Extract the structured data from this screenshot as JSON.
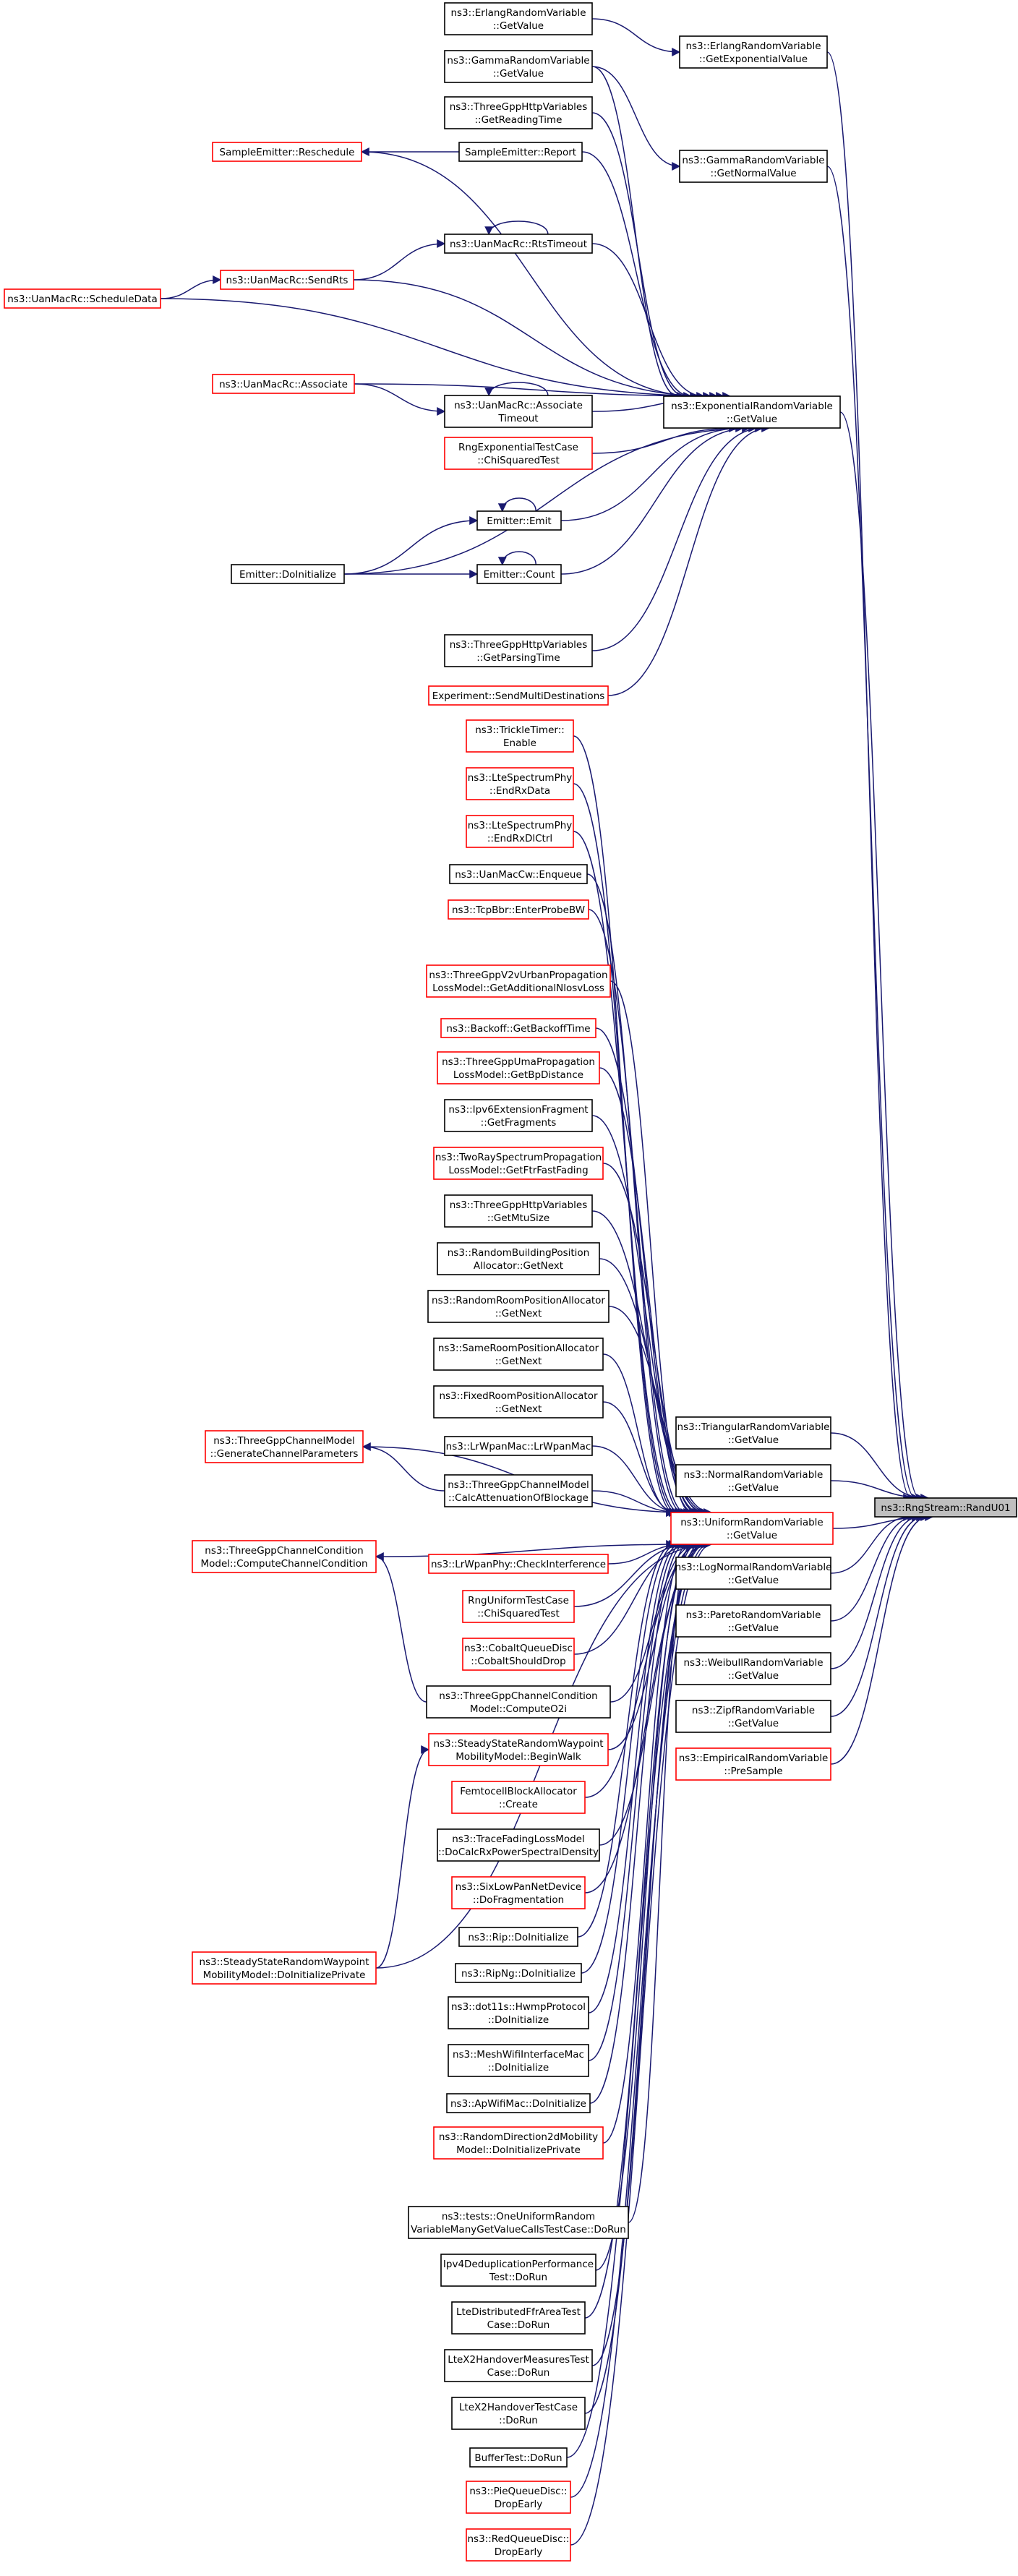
{
  "colors": {
    "edge": "#191970",
    "caller_border": "#ff0000",
    "node_border": "#000000",
    "root_fill": "#bfbfbf"
  },
  "nodes": [
    {
      "id": "erlang_getvalue",
      "lines": [
        "ns3::ErlangRandomVariable",
        "::GetValue"
      ],
      "kind": "black"
    },
    {
      "id": "erlang_getexp",
      "lines": [
        "ns3::ErlangRandomVariable",
        "::GetExponentialValue"
      ],
      "kind": "black"
    },
    {
      "id": "gamma_getvalue",
      "lines": [
        "ns3::GammaRandomVariable",
        "::GetValue"
      ],
      "kind": "black"
    },
    {
      "id": "gamma_getnormal",
      "lines": [
        "ns3::GammaRandomVariable",
        "::GetNormalValue"
      ],
      "kind": "black"
    },
    {
      "id": "http_reading",
      "lines": [
        "ns3::ThreeGppHttpVariables",
        "::GetReadingTime"
      ],
      "kind": "black"
    },
    {
      "id": "sample_reschedule",
      "lines": [
        "SampleEmitter::Reschedule"
      ],
      "kind": "red"
    },
    {
      "id": "sample_report",
      "lines": [
        "SampleEmitter::Report"
      ],
      "kind": "black"
    },
    {
      "id": "uan_rtstimeout",
      "lines": [
        "ns3::UanMacRc::RtsTimeout"
      ],
      "kind": "black"
    },
    {
      "id": "uan_sendrts",
      "lines": [
        "ns3::UanMacRc::SendRts"
      ],
      "kind": "red"
    },
    {
      "id": "uan_scheduledata",
      "lines": [
        "ns3::UanMacRc::ScheduleData"
      ],
      "kind": "red"
    },
    {
      "id": "uan_associate",
      "lines": [
        "ns3::UanMacRc::Associate"
      ],
      "kind": "red"
    },
    {
      "id": "uan_assoc_timeout",
      "lines": [
        "ns3::UanMacRc::Associate",
        "Timeout"
      ],
      "kind": "black"
    },
    {
      "id": "exp_getvalue",
      "lines": [
        "ns3::ExponentialRandomVariable",
        "::GetValue"
      ],
      "kind": "black"
    },
    {
      "id": "rng_exp_test",
      "lines": [
        "RngExponentialTestCase",
        "::ChiSquaredTest"
      ],
      "kind": "red"
    },
    {
      "id": "emitter_emit",
      "lines": [
        "Emitter::Emit"
      ],
      "kind": "black"
    },
    {
      "id": "emitter_doinit",
      "lines": [
        "Emitter::DoInitialize"
      ],
      "kind": "black"
    },
    {
      "id": "emitter_count",
      "lines": [
        "Emitter::Count"
      ],
      "kind": "black"
    },
    {
      "id": "http_parsing",
      "lines": [
        "ns3::ThreeGppHttpVariables",
        "::GetParsingTime"
      ],
      "kind": "black"
    },
    {
      "id": "exp_sendmulti",
      "lines": [
        "Experiment::SendMultiDestinations"
      ],
      "kind": "red"
    },
    {
      "id": "trickle_enable",
      "lines": [
        "ns3::TrickleTimer::",
        "Enable"
      ],
      "kind": "red"
    },
    {
      "id": "lte_endrxdata",
      "lines": [
        "ns3::LteSpectrumPhy",
        "::EndRxData"
      ],
      "kind": "red"
    },
    {
      "id": "lte_endrxdlctrl",
      "lines": [
        "ns3::LteSpectrumPhy",
        "::EndRxDlCtrl"
      ],
      "kind": "red"
    },
    {
      "id": "uancw_enqueue",
      "lines": [
        "ns3::UanMacCw::Enqueue"
      ],
      "kind": "black"
    },
    {
      "id": "tcpbbr_probe",
      "lines": [
        "ns3::TcpBbr::EnterProbeBW"
      ],
      "kind": "red"
    },
    {
      "id": "v2v_nlos",
      "lines": [
        "ns3::ThreeGppV2vUrbanPropagation",
        "LossModel::GetAdditionalNlosvLoss"
      ],
      "kind": "red"
    },
    {
      "id": "backoff",
      "lines": [
        "ns3::Backoff::GetBackoffTime"
      ],
      "kind": "red"
    },
    {
      "id": "uma_bp",
      "lines": [
        "ns3::ThreeGppUmaPropagation",
        "LossModel::GetBpDistance"
      ],
      "kind": "red"
    },
    {
      "id": "ipv6_frag",
      "lines": [
        "ns3::Ipv6ExtensionFragment",
        "::GetFragments"
      ],
      "kind": "black"
    },
    {
      "id": "tworay_ftr",
      "lines": [
        "ns3::TwoRaySpectrumPropagation",
        "LossModel::GetFtrFastFading"
      ],
      "kind": "red"
    },
    {
      "id": "http_mtu",
      "lines": [
        "ns3::ThreeGppHttpVariables",
        "::GetMtuSize"
      ],
      "kind": "black"
    },
    {
      "id": "rand_building",
      "lines": [
        "ns3::RandomBuildingPosition",
        "Allocator::GetNext"
      ],
      "kind": "black"
    },
    {
      "id": "rand_room",
      "lines": [
        "ns3::RandomRoomPositionAllocator",
        "::GetNext"
      ],
      "kind": "black"
    },
    {
      "id": "same_room",
      "lines": [
        "ns3::SameRoomPositionAllocator",
        "::GetNext"
      ],
      "kind": "black"
    },
    {
      "id": "fixed_room",
      "lines": [
        "ns3::FixedRoomPositionAllocator",
        "::GetNext"
      ],
      "kind": "black"
    },
    {
      "id": "lrwpan_mac",
      "lines": [
        "ns3::LrWpanMac::LrWpanMac"
      ],
      "kind": "black"
    },
    {
      "id": "chan_gen",
      "lines": [
        "ns3::ThreeGppChannelModel",
        "::GenerateChannelParameters"
      ],
      "kind": "red"
    },
    {
      "id": "chan_block",
      "lines": [
        "ns3::ThreeGppChannelModel",
        "::CalcAttenuationOfBlockage"
      ],
      "kind": "black"
    },
    {
      "id": "uniform_getvalue",
      "lines": [
        "ns3::UniformRandomVariable",
        "::GetValue"
      ],
      "kind": "red"
    },
    {
      "id": "lrwpan_cca",
      "lines": [
        "ns3::LrWpanPhy::CheckInterference"
      ],
      "kind": "red"
    },
    {
      "id": "cond_compute",
      "lines": [
        "ns3::ThreeGppChannelCondition",
        "Model::ComputeChannelCondition"
      ],
      "kind": "red"
    },
    {
      "id": "rng_uni_test",
      "lines": [
        "RngUniformTestCase",
        "::ChiSquaredTest"
      ],
      "kind": "red"
    },
    {
      "id": "cobalt_drop",
      "lines": [
        "ns3::CobaltQueueDisc",
        "::CobaltShouldDrop"
      ],
      "kind": "red"
    },
    {
      "id": "cond_o2i",
      "lines": [
        "ns3::ThreeGppChannelCondition",
        "Model::ComputeO2i"
      ],
      "kind": "black"
    },
    {
      "id": "ssrw_walk",
      "lines": [
        "ns3::SteadyStateRandomWaypoint",
        "MobilityModel::BeginWalk"
      ],
      "kind": "red"
    },
    {
      "id": "femto_create",
      "lines": [
        "FemtocellBlockAllocator",
        "::Create"
      ],
      "kind": "red"
    },
    {
      "id": "tracefading",
      "lines": [
        "ns3::TraceFadingLossModel",
        "::DoCalcRxPowerSpectralDensity"
      ],
      "kind": "black"
    },
    {
      "id": "sixlowpan_frag",
      "lines": [
        "ns3::SixLowPanNetDevice",
        "::DoFragmentation"
      ],
      "kind": "red"
    },
    {
      "id": "ssrw_init",
      "lines": [
        "ns3::SteadyStateRandomWaypoint",
        "MobilityModel::DoInitializePrivate"
      ],
      "kind": "red"
    },
    {
      "id": "rip_init",
      "lines": [
        "ns3::Rip::DoInitialize"
      ],
      "kind": "black"
    },
    {
      "id": "ripng_init",
      "lines": [
        "ns3::RipNg::DoInitialize"
      ],
      "kind": "black"
    },
    {
      "id": "hwmp_init",
      "lines": [
        "ns3::dot11s::HwmpProtocol",
        "::DoInitialize"
      ],
      "kind": "black"
    },
    {
      "id": "mesh_init",
      "lines": [
        "ns3::MeshWifiInterfaceMac",
        "::DoInitialize"
      ],
      "kind": "black"
    },
    {
      "id": "apwifi_init",
      "lines": [
        "ns3::ApWifiMac::DoInitialize"
      ],
      "kind": "black"
    },
    {
      "id": "rd2d_init",
      "lines": [
        "ns3::RandomDirection2dMobility",
        "Model::DoInitializePrivate"
      ],
      "kind": "red"
    },
    {
      "id": "one_uniform",
      "lines": [
        "ns3::tests::OneUniformRandom",
        "VariableManyGetValueCallsTestCase::DoRun"
      ],
      "kind": "black"
    },
    {
      "id": "ipv4_dedup",
      "lines": [
        "Ipv4DeduplicationPerformance",
        "Test::DoRun"
      ],
      "kind": "black"
    },
    {
      "id": "lte_ffr",
      "lines": [
        "LteDistributedFfrAreaTest",
        "Case::DoRun"
      ],
      "kind": "black"
    },
    {
      "id": "lte_x2_meas",
      "lines": [
        "LteX2HandoverMeasuresTest",
        "Case::DoRun"
      ],
      "kind": "black"
    },
    {
      "id": "lte_x2",
      "lines": [
        "LteX2HandoverTestCase",
        "::DoRun"
      ],
      "kind": "black"
    },
    {
      "id": "buffer_test",
      "lines": [
        "BufferTest::DoRun"
      ],
      "kind": "black"
    },
    {
      "id": "pie_drop",
      "lines": [
        "ns3::PieQueueDisc::",
        "DropEarly"
      ],
      "kind": "red"
    },
    {
      "id": "red_drop",
      "lines": [
        "ns3::RedQueueDisc::",
        "DropEarly"
      ],
      "kind": "red"
    },
    {
      "id": "tri_getvalue",
      "lines": [
        "ns3::TriangularRandomVariable",
        "::GetValue"
      ],
      "kind": "black"
    },
    {
      "id": "normal_getvalue",
      "lines": [
        "ns3::NormalRandomVariable",
        "::GetValue"
      ],
      "kind": "black"
    },
    {
      "id": "rng_randu01",
      "lines": [
        "ns3::RngStream::RandU01"
      ],
      "kind": "root"
    },
    {
      "id": "lognormal_getvalue",
      "lines": [
        "ns3::LogNormalRandomVariable",
        "::GetValue"
      ],
      "kind": "black"
    },
    {
      "id": "pareto_getvalue",
      "lines": [
        "ns3::ParetoRandomVariable",
        "::GetValue"
      ],
      "kind": "black"
    },
    {
      "id": "weibull_getvalue",
      "lines": [
        "ns3::WeibullRandomVariable",
        "::GetValue"
      ],
      "kind": "black"
    },
    {
      "id": "zipf_getvalue",
      "lines": [
        "ns3::ZipfRandomVariable",
        "::GetValue"
      ],
      "kind": "black"
    },
    {
      "id": "empirical_presample",
      "lines": [
        "ns3::EmpiricalRandomVariable",
        "::PreSample"
      ],
      "kind": "red"
    }
  ]
}
